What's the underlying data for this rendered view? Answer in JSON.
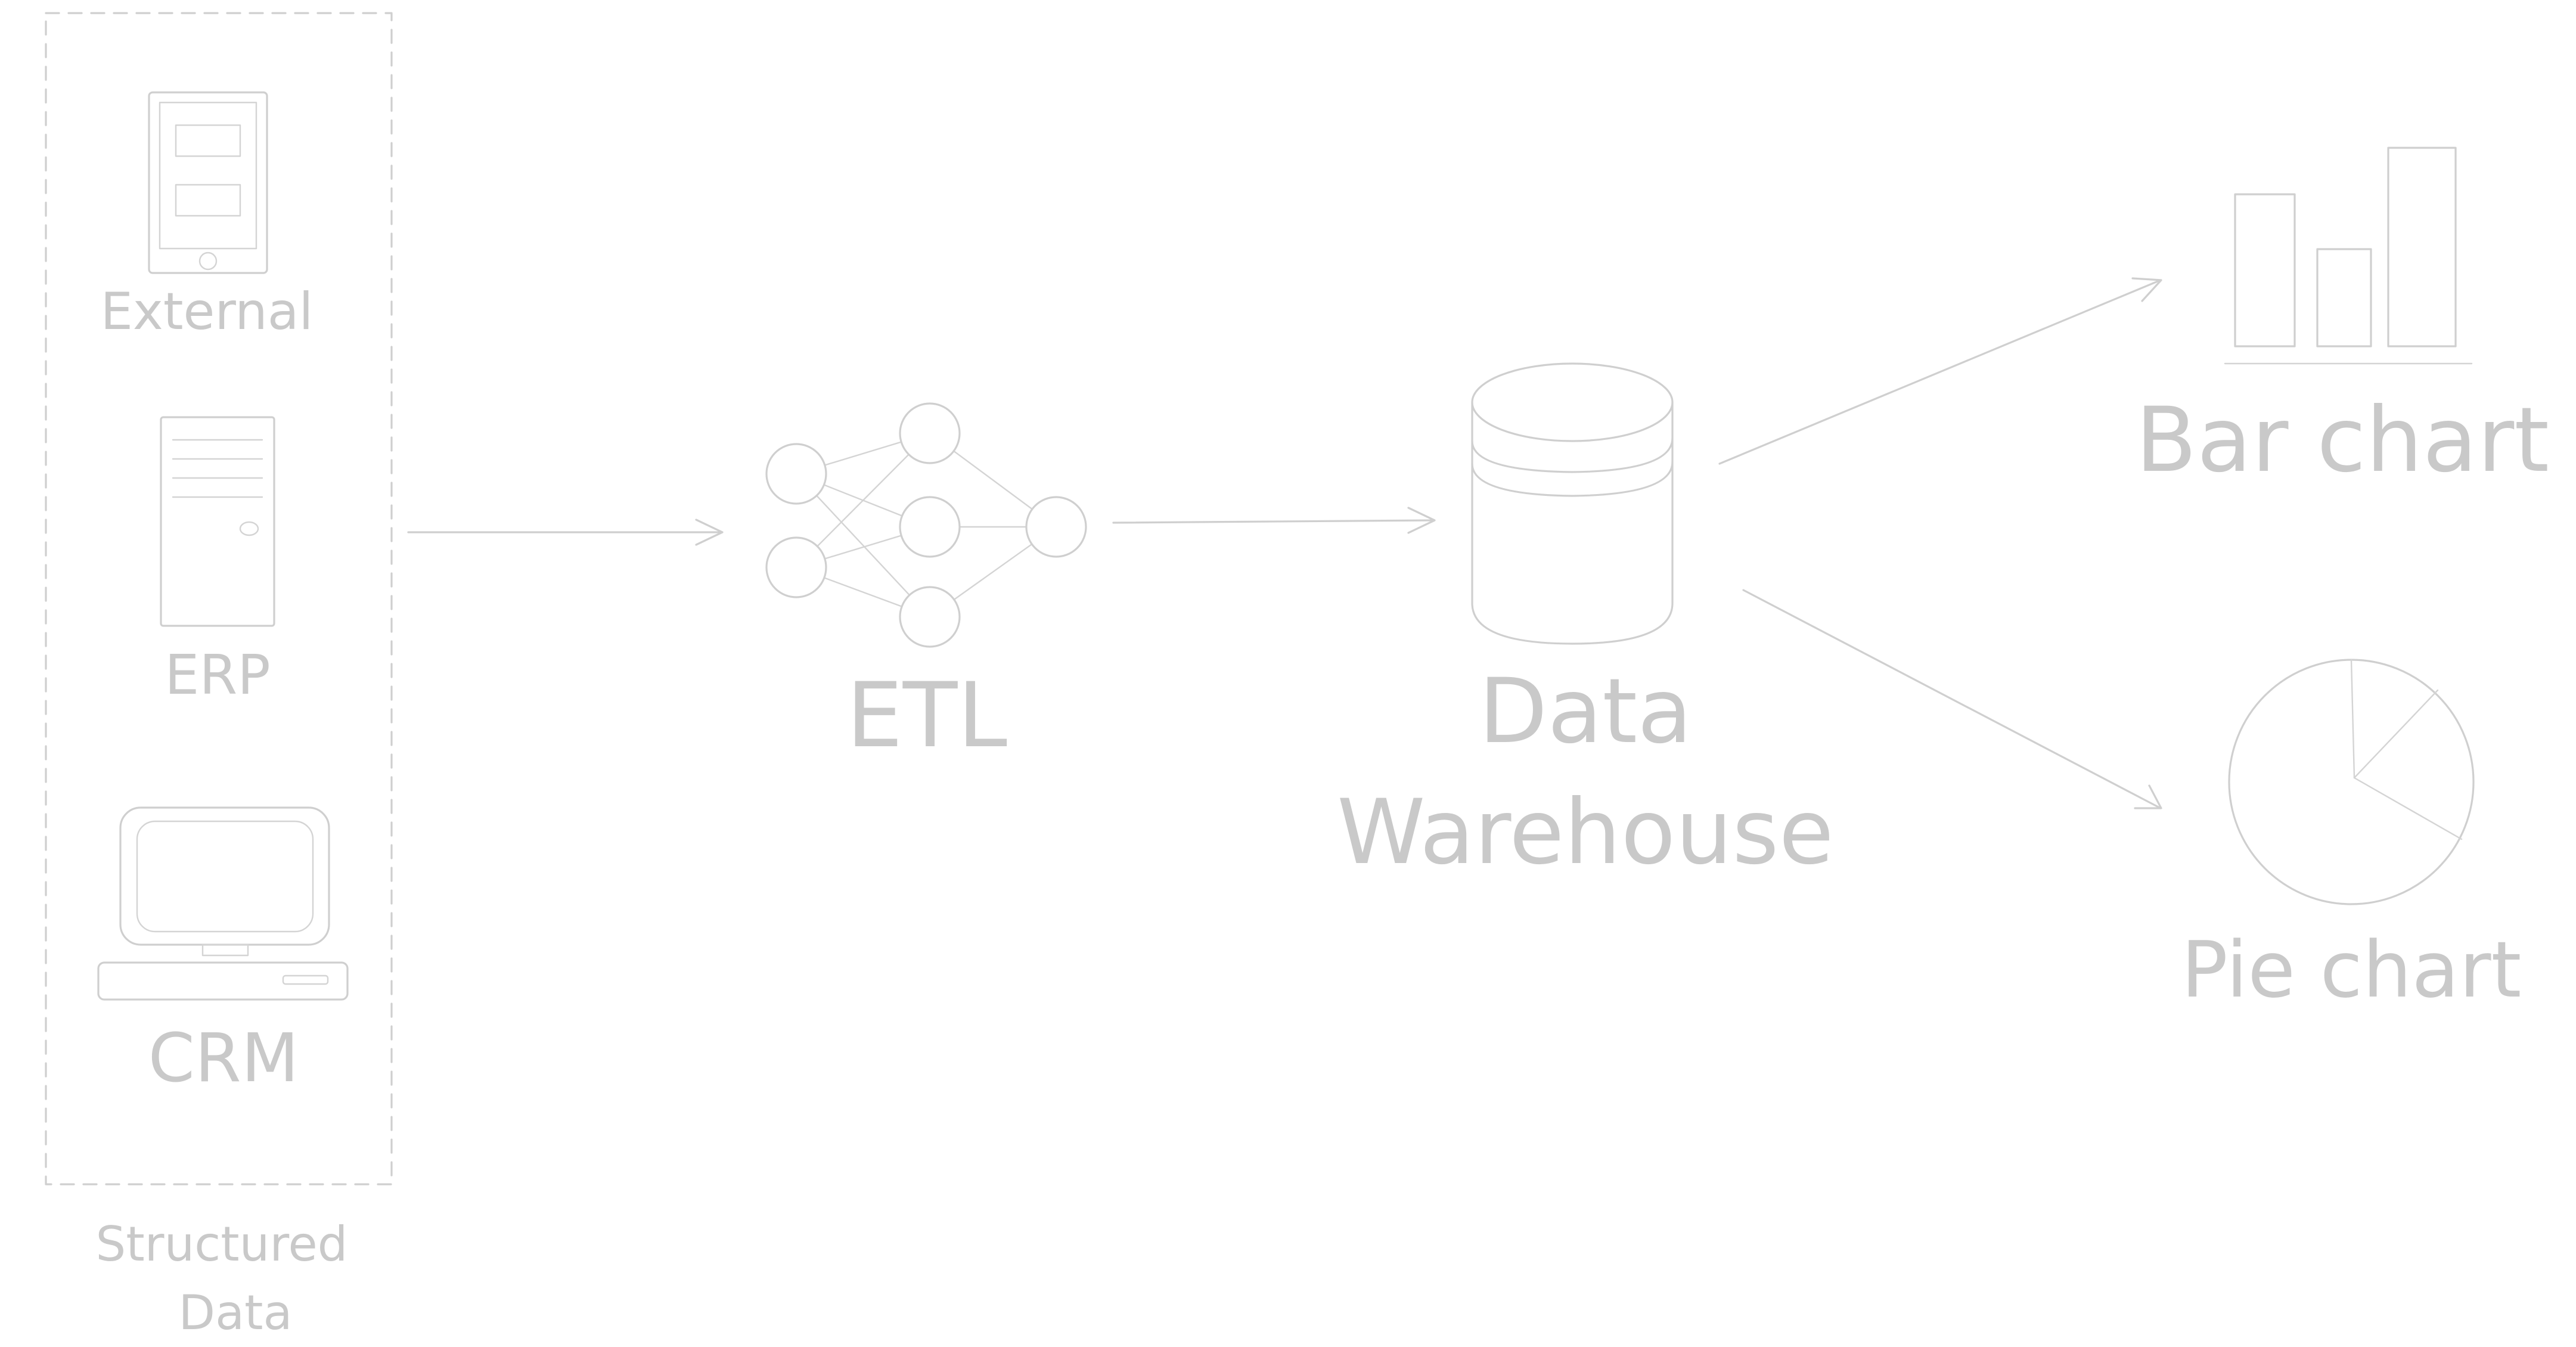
{
  "diagram": {
    "colors": {
      "stroke": "#cfcfcf",
      "text": "#c9c9c9",
      "background": "#ffffff"
    },
    "sources": {
      "group_label_line1": "Structured",
      "group_label_line2": "Data",
      "external": {
        "label": "External",
        "icon": "tablet-icon"
      },
      "erp": {
        "label": "ERP",
        "icon": "server-tower-icon"
      },
      "crm": {
        "label": "CRM",
        "icon": "desktop-computer-icon"
      }
    },
    "etl": {
      "label": "ETL",
      "icon": "neural-network-icon"
    },
    "warehouse": {
      "label_line1": "Data",
      "label_line2": "Warehouse",
      "icon": "database-cylinder-icon"
    },
    "outputs": {
      "bar_chart": {
        "label": "Bar chart",
        "icon": "bar-chart-icon"
      },
      "pie_chart": {
        "label": "Pie chart",
        "icon": "pie-chart-icon"
      }
    }
  }
}
